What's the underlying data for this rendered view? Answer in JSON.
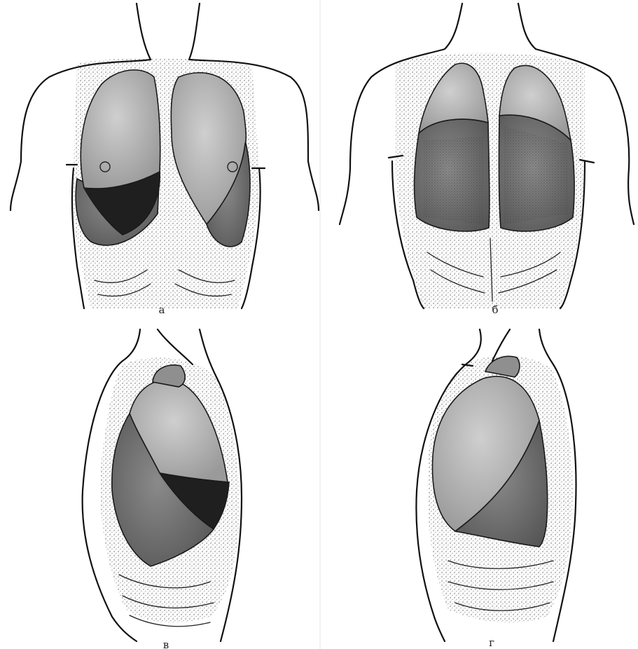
{
  "figure": {
    "panels": [
      {
        "id": "a",
        "label": "а"
      },
      {
        "id": "b",
        "label": "б"
      },
      {
        "id": "v",
        "label": "в"
      },
      {
        "id": "g",
        "label": "г"
      }
    ],
    "colors": {
      "upper_lobe": "#b3b3b3",
      "middle_lobe": "#1f1f1f",
      "lower_lobe": "#6e6e6e",
      "outline": "#111111",
      "background": "#ffffff"
    }
  }
}
